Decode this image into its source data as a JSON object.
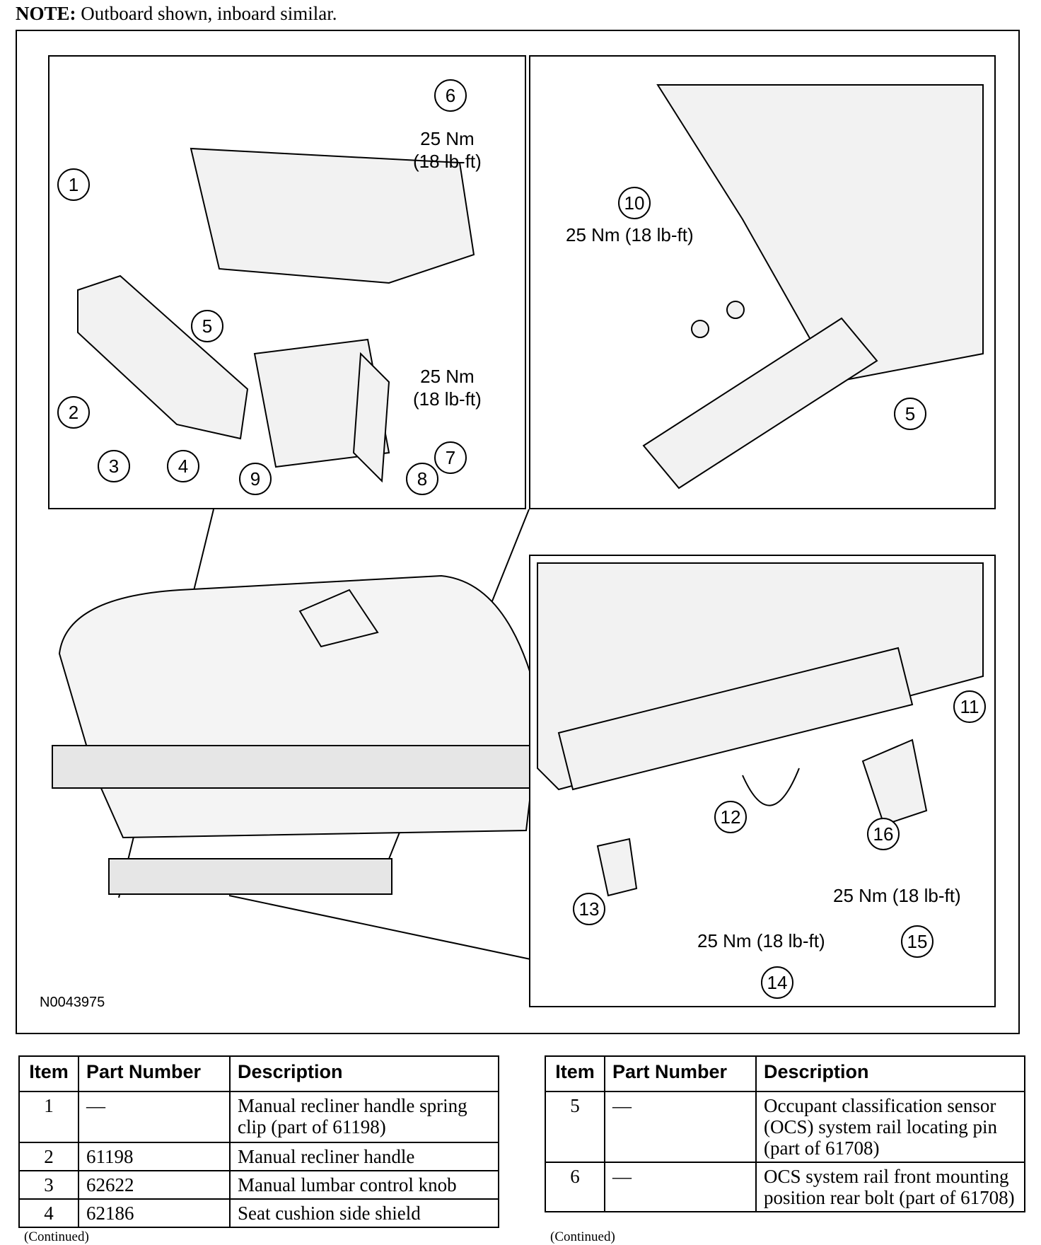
{
  "note": {
    "label": "NOTE:",
    "text": "Outboard shown, inboard similar."
  },
  "figure": {
    "id": "N0043975",
    "callouts": [
      "1",
      "2",
      "3",
      "4",
      "5",
      "6",
      "7",
      "8",
      "9",
      "10",
      "5",
      "11",
      "12",
      "13",
      "14",
      "15",
      "16"
    ],
    "torque": {
      "t6a": "25 Nm",
      "t6b": "(18 lb-ft)",
      "t7a": "25 Nm",
      "t7b": "(18 lb-ft)",
      "t10": "25 Nm (18 lb-ft)",
      "t15": "25 Nm (18 lb-ft)",
      "t14": "25 Nm (18 lb-ft)"
    }
  },
  "table_left": {
    "headers": [
      "Item",
      "Part Number",
      "Description"
    ],
    "rows": [
      [
        "1",
        "—",
        "Manual recliner handle spring clip (part of 61198)"
      ],
      [
        "2",
        "61198",
        "Manual recliner handle"
      ],
      [
        "3",
        "62622",
        "Manual lumbar control knob"
      ],
      [
        "4",
        "62186",
        "Seat cushion side shield"
      ]
    ],
    "continued": "(Continued)"
  },
  "table_right": {
    "headers": [
      "Item",
      "Part Number",
      "Description"
    ],
    "rows": [
      [
        "5",
        "—",
        "Occupant classification sensor (OCS) system rail locating pin (part of 61708)"
      ],
      [
        "6",
        "—",
        "OCS system rail front mounting position rear bolt (part of 61708)"
      ]
    ],
    "continued": "(Continued)"
  }
}
